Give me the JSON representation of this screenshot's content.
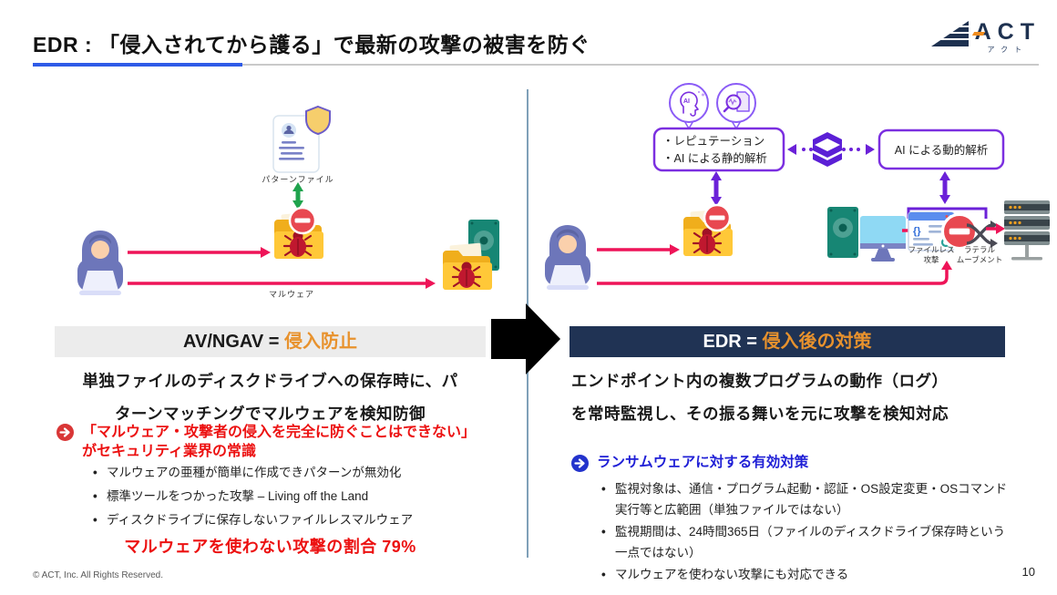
{
  "header": {
    "title": "EDR : 「侵入されてから護る」で最新の攻撃の被害を防ぐ",
    "logo": {
      "name": "ACT",
      "sub": "アクト"
    }
  },
  "left": {
    "diagram": {
      "pattern_file_label": "パターンファイル",
      "malware_label": "マルウェア"
    },
    "heading": {
      "prefix": "AV/NGAV = ",
      "highlight": "侵入防止"
    },
    "body_line1": "単独ファイルのディスクドライブへの保存時に、パ",
    "body_line2": "ターンマッチングでマルウェアを検知防御",
    "callout": "「マルウェア・攻撃者の侵入を完全に防ぐことはできない」がセキュリティ業界の常識",
    "bullets": [
      "マルウェアの亜種が簡単に作成できパターンが無効化",
      "標準ツールをつかった攻撃 – Living off the Land",
      "ディスクドライブに保存しないファイルレスマルウェア"
    ],
    "stat": "マルウェアを使わない攻撃の割合 79%"
  },
  "right": {
    "diagram": {
      "box_static_line1": "・レピュテーション",
      "box_static_line2": "・AI による静的解析",
      "box_dynamic": "AI による動的解析",
      "fileless_line1": "ファイルレス",
      "fileless_line2": "攻撃",
      "lateral_line1": "ラテラル",
      "lateral_line2": "ムーブメント"
    },
    "heading": {
      "prefix": "EDR = ",
      "highlight": "侵入後の対策"
    },
    "body_line1": "エンドポイント内の複数プログラムの動作（ログ）",
    "body_line2": "を常時監視し、その振る舞いを元に攻撃を検知対応",
    "callout": "ランサムウェアに対する有効対策",
    "bullets": [
      "監視対象は、通信・プログラム起動・認証・OS設定変更・OSコマンド実行等と広範囲（単独ファイルではない）",
      "監視期間は、24時間365日（ファイルのディスクドライブ保存時という一点ではない）",
      "マルウェアを使わない攻撃にも対応できる"
    ]
  },
  "footer": {
    "copyright": "© ACT, Inc. All Rights Reserved.",
    "page": "10"
  },
  "icons": {
    "hacker": "hooded attacker with laptop",
    "malware-folder": "folder with bug",
    "blocked": "no-entry sign",
    "pattern-file": "document with shield",
    "disk-drive": "hard disk",
    "endpoint-monitor": "desktop monitor",
    "fileless-window": "code window",
    "lateral-shuffle": "crossing arrows",
    "server": "server rack",
    "sentinel-logo": "purple S emblem",
    "ai-brain": "head with AI",
    "static-analysis": "document with magnifier"
  },
  "colors": {
    "accent_orange": "#E8922D",
    "alert_red": "#EC1111",
    "link_blue": "#1F1FD6",
    "navy_bar": "#203354",
    "pink_arrow": "#EE1458",
    "green_arrow": "#1FA34D",
    "purple": "#6B21D8",
    "title_underline": "#2F5BE7"
  }
}
